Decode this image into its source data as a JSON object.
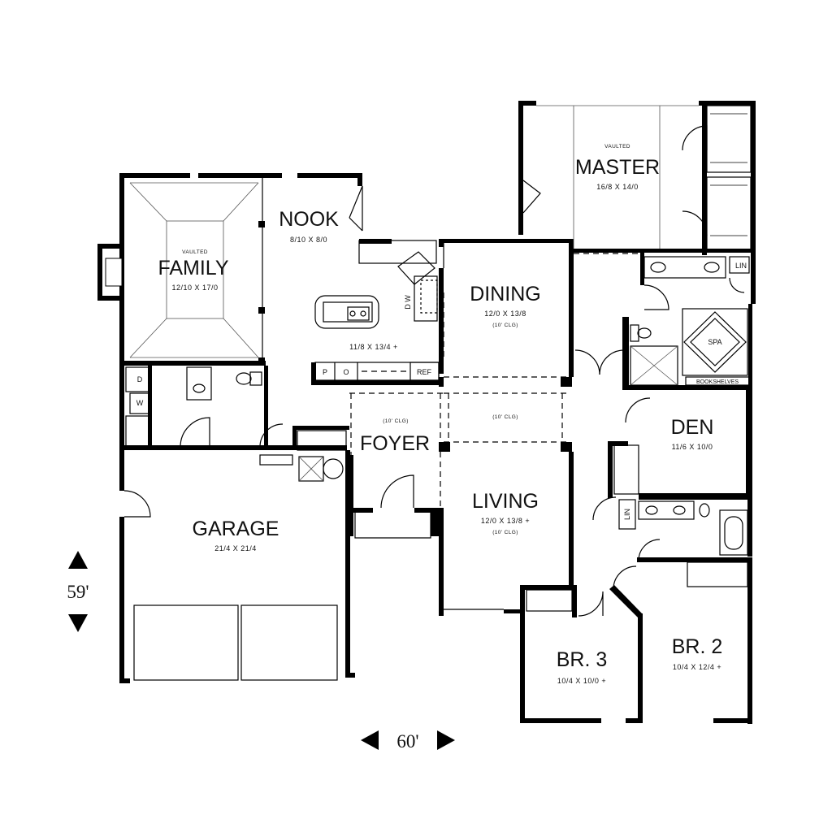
{
  "rooms": {
    "family": {
      "note": "VAULTED",
      "name": "FAMILY",
      "dims": "12/10 X 17/0"
    },
    "nook": {
      "name": "NOOK",
      "dims": "8/10 X 8/0"
    },
    "kitchen": {
      "dims": "11/8 X 13/4 +"
    },
    "dining": {
      "name": "DINING",
      "dims": "12/0 X 13/8",
      "ceiling": "(10' CLG)"
    },
    "master": {
      "note": "VAULTED",
      "name": "MASTER",
      "dims": "16/8 X 14/0"
    },
    "foyer": {
      "name": "FOYER",
      "ceiling": "(10' CLG)"
    },
    "hall_ceiling": "(10' CLG)",
    "living": {
      "name": "LIVING",
      "dims": "12/0 X 13/8 +",
      "ceiling": "(10' CLG)"
    },
    "den": {
      "name": "DEN",
      "dims": "11/6 X 10/0"
    },
    "garage": {
      "name": "GARAGE",
      "dims": "21/4 X 21/4"
    },
    "br3": {
      "name": "BR. 3",
      "dims": "10/4 X 10/0 +"
    },
    "br2": {
      "name": "BR. 2",
      "dims": "10/4 X 12/4 +"
    }
  },
  "fixtures": {
    "spa": "SPA",
    "lin_master": "LIN",
    "lin_hall": "LIN",
    "bookshelves": "BOOKSHELVES",
    "ref": "REF",
    "pantry": "P",
    "oven": "O",
    "dishwasher": "D W",
    "washer": "W",
    "dryer": "D"
  },
  "overall": {
    "depth": "59'",
    "width": "60'"
  }
}
